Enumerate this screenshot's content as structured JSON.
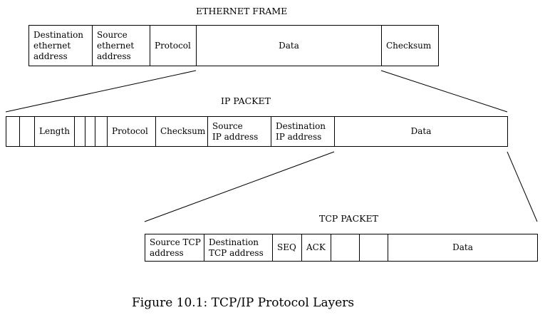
{
  "ethernet": {
    "title": "ETHERNET FRAME",
    "fields": [
      "Destination\nethernet\naddress",
      "Source\nethernet\naddress",
      "Protocol",
      "Data",
      "Checksum"
    ]
  },
  "ip": {
    "title": "IP PACKET",
    "fields": [
      "",
      "",
      "Length",
      "",
      "",
      "",
      "Protocol",
      "Checksum",
      "Source\nIP address",
      "Destination\nIP address",
      "Data"
    ]
  },
  "tcp": {
    "title": "TCP PACKET",
    "fields": [
      "Source TCP\naddress",
      "Destination\nTCP address",
      "SEQ",
      "ACK",
      "",
      "",
      "Data"
    ]
  },
  "caption": "Figure 10.1: TCP/IP Protocol Layers"
}
